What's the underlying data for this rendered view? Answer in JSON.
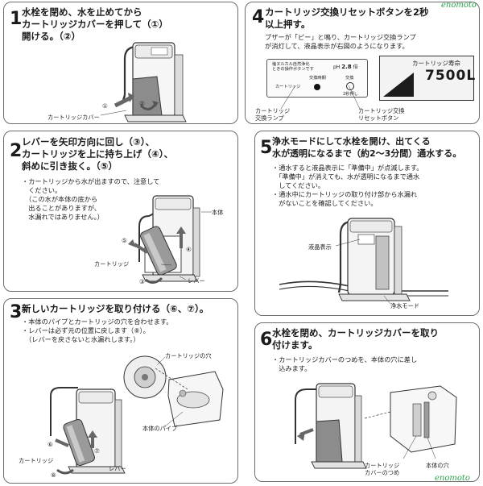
{
  "watermark": "enomoto",
  "step1": {
    "number": "1",
    "title_lines": [
      "水栓を閉め、水を止めてから",
      "カートリッジカバーを押して（①）",
      "開ける。（②）"
    ],
    "labels": {
      "cover": "カートリッジカバー",
      "c1": "①",
      "c2": "②"
    }
  },
  "step2": {
    "number": "2",
    "title_lines": [
      "レバーを矢印方向に回し（③）、",
      "カートリッジを上に持ち上げ（④）、",
      "斜めに引き抜く。（⑤）"
    ],
    "notes": [
      "・カートリッジから水が出ますので、注意して",
      "　ください。",
      "　（この水が本体の底から",
      "　出ることがありますが、",
      "　水漏れではありません。）"
    ],
    "labels": {
      "body": "本体",
      "cartridge": "カートリッジ",
      "lever": "レバー",
      "c3": "③",
      "c4": "④",
      "c5": "⑤"
    }
  },
  "step3": {
    "number": "3",
    "title_lines": [
      "新しいカートリッジを取り付ける（⑥、⑦）。"
    ],
    "notes": [
      "・本体のパイプとカートリッジの穴を合わせます。",
      "・レバーは必ず元の位置に戻します（⑧）。",
      "　（レバーを戻さないと水漏れします。）"
    ],
    "labels": {
      "hole": "カートリッジの穴",
      "pipe": "本体のパイプ",
      "cartridge": "カートリッジ",
      "lever": "レバー",
      "c6": "⑥",
      "c7": "⑦",
      "c8": "⑧"
    }
  },
  "step4": {
    "number": "4",
    "title_lines": [
      "カートリッジ交換リセットボタンを2秒",
      "以上押す。"
    ],
    "notes": [
      "ブザーが「ピー」と鳴り、カートリッジ交換ランプ",
      "が消灯して、液晶表示が右図のようになります。"
    ],
    "panel": {
      "small_text_1": "塩ヌルカル自然浄化",
      "small_text_2": "ときの操作ボタンです",
      "ph": "2.8",
      "ph_unit": "倍",
      "exchange_label": "交換時期",
      "cartridge_label": "カートリッジ",
      "exchange_btn": "交換",
      "press_label": "2秒押し"
    },
    "lcd": {
      "caption": "カートリッジ寿命",
      "value": "7500L"
    },
    "labels": {
      "lamp_1": "カートリッジ",
      "lamp_2": "交換ランプ",
      "reset_1": "カートリッジ交換",
      "reset_2": "リセットボタン"
    }
  },
  "step5": {
    "number": "5",
    "title_lines": [
      "浄水モードにして水栓を開け、出てくる",
      "水が透明になるまで（約2〜3分間）通水する。"
    ],
    "notes": [
      "・通水すると液晶表示に「準備中」が点滅します。",
      "　「準備中」が消えても、水が透明になるまで通水",
      "　してください。",
      "・通水中にカートリッジの取り付け部から水漏れ",
      "　がないことを確認してください。"
    ],
    "labels": {
      "lcd": "液晶表示",
      "mode": "浄水モード"
    }
  },
  "step6": {
    "number": "6",
    "title_lines": [
      "水栓を閉め、カートリッジカバーを取り",
      "付けます。"
    ],
    "notes": [
      "・カートリッジカバーのつめを、本体の穴に差し",
      "　込みます。"
    ],
    "labels": {
      "claw_1": "カートリッジ",
      "claw_2": "カバーのつめ",
      "hole": "本体の穴"
    }
  }
}
